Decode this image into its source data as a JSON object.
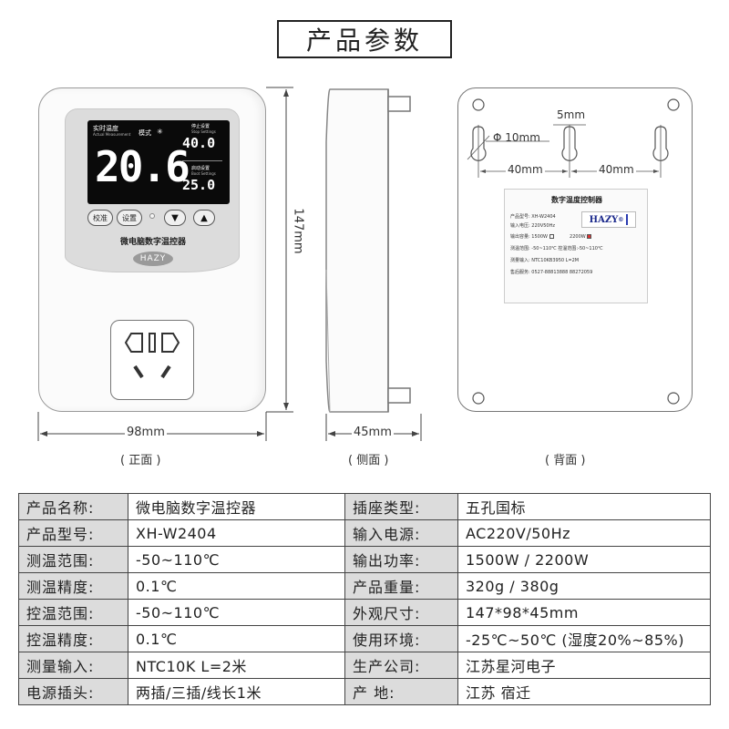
{
  "title": "产品参数",
  "front": {
    "lcd": {
      "realtime_label": "实时温度",
      "realtime_sub": "Actual Measurement",
      "mode_label": "模式",
      "mode_icon": "sun-icon",
      "stop_label": "停止设置",
      "stop_sub": "Stop Settings",
      "start_label": "启动设置",
      "start_sub": "Boot Settings",
      "main_value": "20.6",
      "stop_value": "40.0",
      "start_value": "25.0"
    },
    "buttons": {
      "calibrate": "校准",
      "settings": "设置",
      "down": "▼",
      "up": "▲"
    },
    "panel_name": "微电脑数字温控器",
    "brand": "HAZY",
    "width_dim": "98mm",
    "height_dim": "147mm",
    "caption": "( 正面 )"
  },
  "side": {
    "depth_dim": "45mm",
    "caption": "( 侧面 )"
  },
  "back": {
    "hole_dim": "Φ 10mm",
    "slot_dim": "5mm",
    "spacing_left": "40mm",
    "spacing_right": "40mm",
    "caption": "( 背面 )",
    "label": {
      "title": "数字温度控制器",
      "brand": "HAZY",
      "brand_mark": "®",
      "rows": {
        "model": "产品型号:  XH-W2404",
        "voltage": "输入电压:  220V50Hz",
        "power_label": "输出容量:  1500W",
        "power_alt": "2200W",
        "range": "测温范围:  -50~110℃   控温范围:-50~110℃",
        "input": "测量输入:  NTC10KB3950   L=2M",
        "service": "售后服务:  0527-88813888      88272059"
      }
    }
  },
  "specs": [
    {
      "k1": "产品名称:",
      "v1": "微电脑数字温控器",
      "k2": "插座类型:",
      "v2": "五孔国标"
    },
    {
      "k1": "产品型号:",
      "v1": "XH-W2404",
      "k2": "输入电源:",
      "v2": "AC220V/50Hz"
    },
    {
      "k1": "测温范围:",
      "v1": "-50~110℃",
      "k2": "输出功率:",
      "v2": "1500W / 2200W"
    },
    {
      "k1": "测温精度:",
      "v1": "0.1℃",
      "k2": "产品重量:",
      "v2": "320g / 380g"
    },
    {
      "k1": "控温范围:",
      "v1": "-50~110℃",
      "k2": "外观尺寸:",
      "v2": "147*98*45mm"
    },
    {
      "k1": "控温精度:",
      "v1": "0.1℃",
      "k2": "使用环境:",
      "v2": "-25℃~50℃ (湿度20%~85%)"
    },
    {
      "k1": "测量输入:",
      "v1": "NTC10K    L=2米",
      "k2": "生产公司:",
      "v2": "江苏星河电子"
    },
    {
      "k1": "电源插头:",
      "v1": "两插/三插/线长1米",
      "k2": "产      地:",
      "v2": "江苏 宿迁"
    }
  ]
}
